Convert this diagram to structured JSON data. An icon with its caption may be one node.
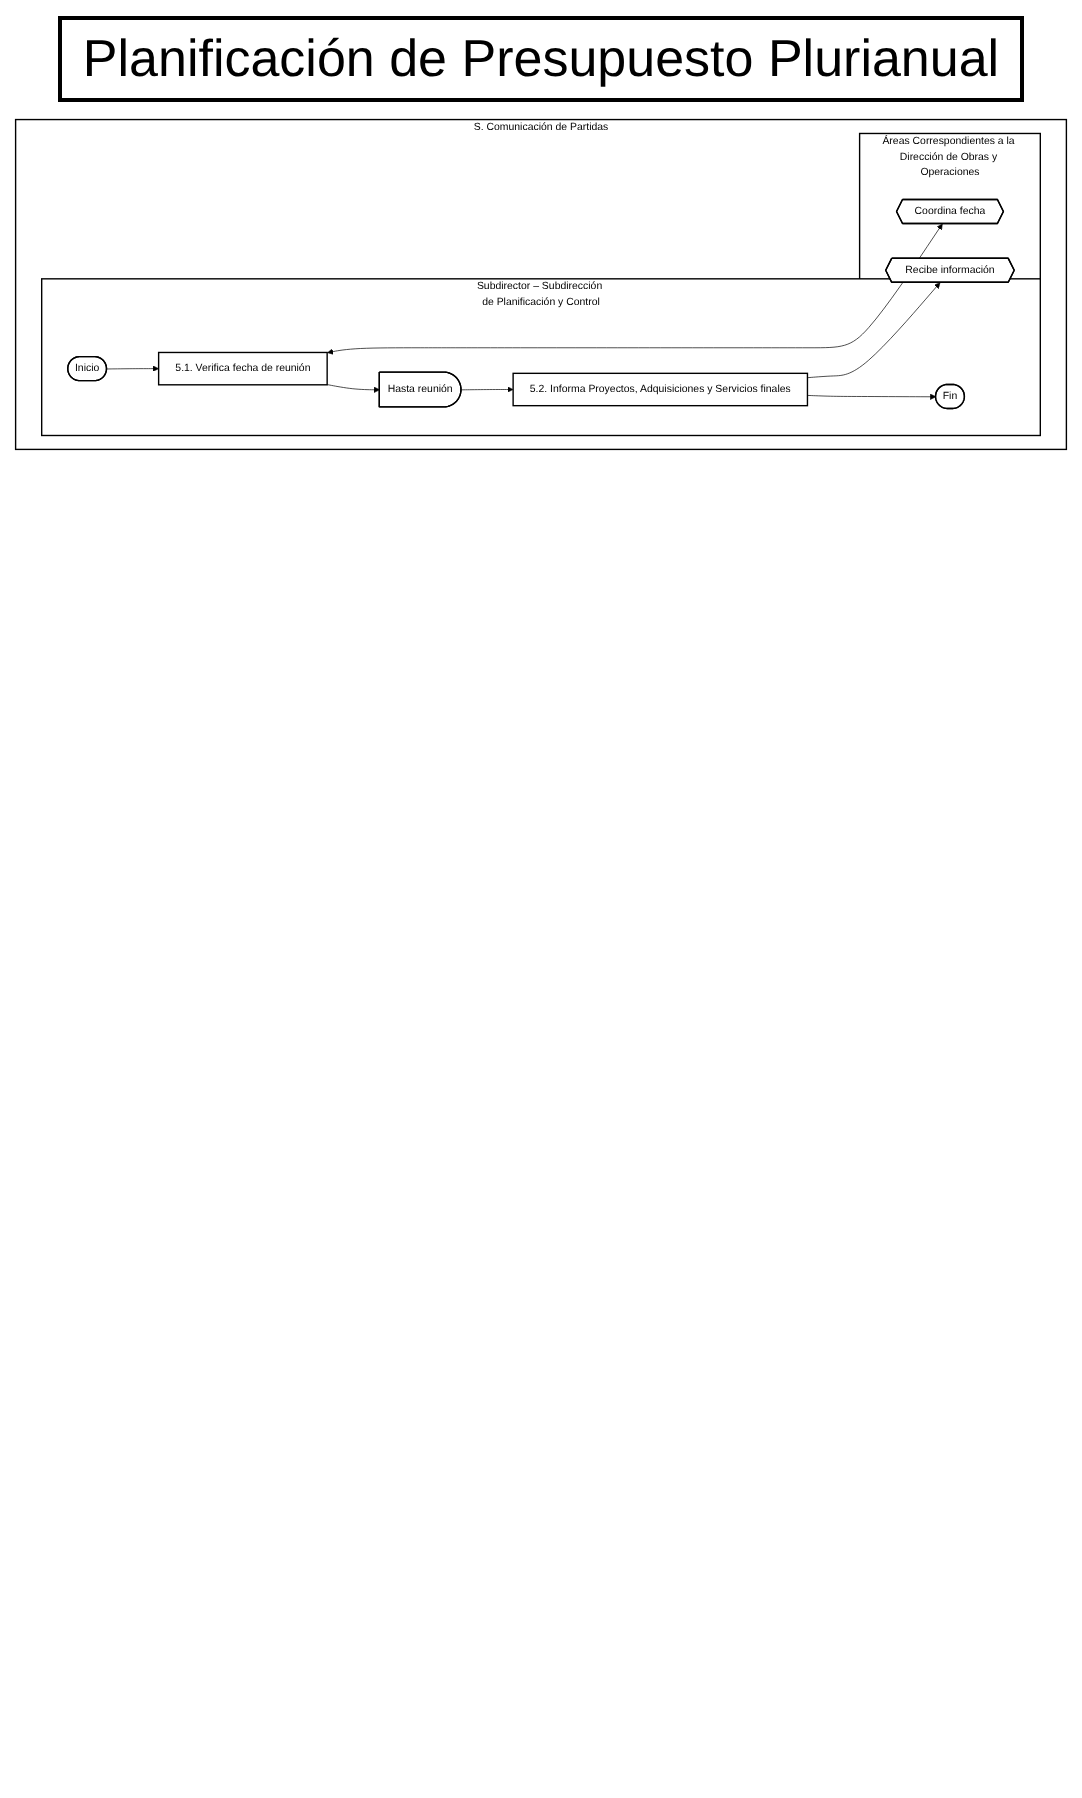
{
  "diagram": {
    "title": "Planificación de Presupuesto Plurianual",
    "nodes": [
      {
        "text": [
          "S. Comunicación de Partidas"
        ]
      },
      {
        "text": [
          "Subdirector – Subdirección de Planificación y Control"
        ],
        "in": 0
      },
      {
        "text": [
          "Áreas Correspondientes a la Dirección de Obras y Operaciones"
        ],
        "in": 0
      },
      {
        "text": [
          "Inicio"
        ],
        "in": 1
      },
      {
        "text": [
          "5.1. Verifica fecha de reunión"
        ],
        "in": 1
      },
      {
        "text": [
          "Coordina fecha"
        ],
        "in": 2
      },
      {
        "text": [
          "Hasta reunión"
        ],
        "in": 1
      },
      {
        "text": [
          "5.2. Informa Proyectos, Adquisiciones y Servicios finales"
        ],
        "in": 1
      },
      {
        "text": [
          "Recibe información"
        ],
        "in": 2
      },
      {
        "text": [
          "Fin"
        ],
        "in": 1
      }
    ],
    "edges": [
      {
        "from": 3,
        "to": 4,
        "arrow": "to"
      },
      {
        "from": 4,
        "to": 5,
        "arrow": "both"
      },
      {
        "from": 4,
        "to": 6,
        "arrow": "to"
      },
      {
        "from": 6,
        "to": 7,
        "arrow": "to"
      },
      {
        "from": 7,
        "to": 8,
        "arrow": "to"
      },
      {
        "from": 7,
        "to": 9,
        "arrow": "to"
      }
    ]
  }
}
